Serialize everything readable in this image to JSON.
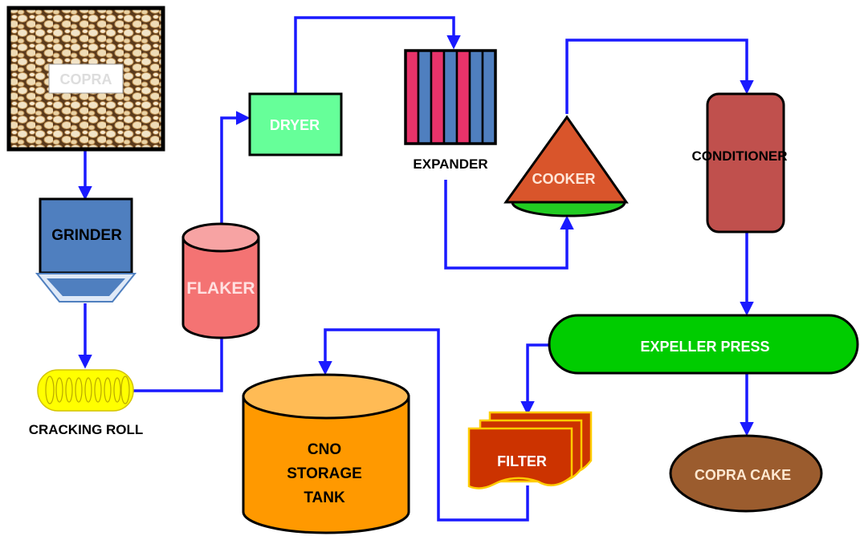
{
  "nodes": {
    "copra": "COPRA",
    "grinder": "GRINDER",
    "cracking_roll": "CRACKING ROLL",
    "flaker": "FLAKER",
    "dryer": "DRYER",
    "expander": "EXPANDER",
    "cooker": "COOKER",
    "conditioner": "CONDITIONER",
    "expeller_press": "EXPELLER PRESS",
    "filter": "FILTER",
    "storage_tank": [
      "CNO",
      "STORAGE",
      "TANK"
    ],
    "copra_cake": "COPRA CAKE"
  },
  "colors": {
    "arrow": "#1a1aff",
    "grinder": "#4f7fbf",
    "flaker": "#f47373",
    "flaker_top": "#f7a3a3",
    "dryer": "#66ff99",
    "expander_red": "#e8336a",
    "expander_blue": "#4f7fbf",
    "cooker": "#d9552b",
    "cooker_base": "#22cc22",
    "conditioner": "#c0504d",
    "expeller_press": "#00cc00",
    "filter": "#cc3300",
    "filter_border": "#ffcc00",
    "tank": "#ff9900",
    "tank_top": "#ffbb55",
    "copra_cake": "#9b5c2e",
    "cracking_roll": "#ffff00"
  }
}
